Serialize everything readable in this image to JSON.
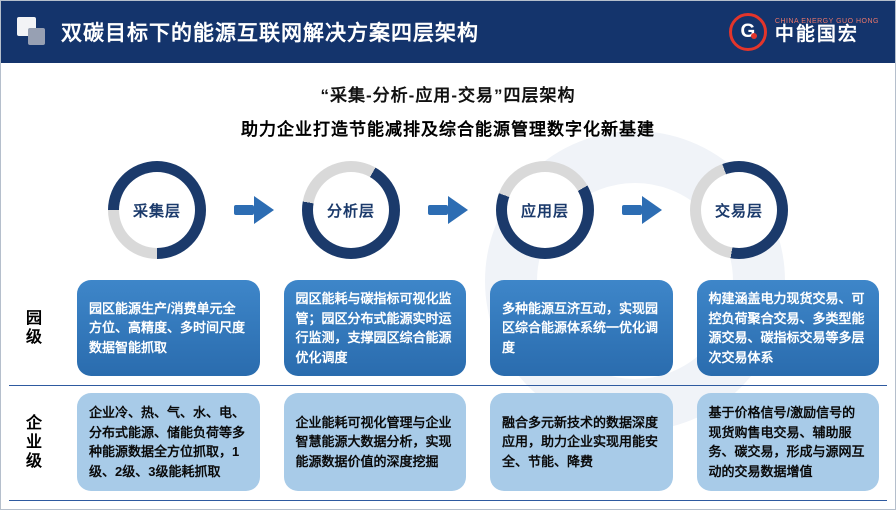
{
  "header": {
    "title": "双碳目标下的能源互联网解决方案四层架构",
    "logo": {
      "mark_glyph": "G",
      "name_en": "CHINA ENERGY GUO HONG",
      "name_cn": "中能国宏"
    }
  },
  "main": {
    "title": "“采集-分析-应用-交易”四层架构",
    "subtitle": "助力企业打造节能减排及综合能源管理数字化新基建",
    "layers": [
      {
        "label": "采集层"
      },
      {
        "label": "分析层"
      },
      {
        "label": "应用层"
      },
      {
        "label": "交易层"
      }
    ],
    "bands": [
      {
        "label": "园级",
        "cells": [
          "园区能源生产/消费单元全方位、高精度、多时间尺度数据智能抓取",
          "园区能耗与碳指标可视化监管；园区分布式能源实时运行监测，支撑园区综合能源优化调度",
          "多种能源互济互动，实现园区综合能源体系统一优化调度",
          "构建涵盖电力现货交易、可控负荷聚合交易、多类型能源交易、碳指标交易等多层次交易体系"
        ]
      },
      {
        "label": "企业级",
        "cells": [
          "企业冷、热、气、水、电、分布式能源、储能负荷等多种能源数据全方位抓取，1级、2级、3级能耗抓取",
          "企业能耗可视化管理与企业智慧能源大数据分析，实现能源数据价值的深度挖掘",
          "融合多元新技术的数据深度应用，助力企业实现用能安全、节能、降费",
          "基于价格信号/激励信号的现货购售电交易、辅助服务、碳交易，形成与源网互动的交易数据增值"
        ]
      }
    ]
  },
  "colors": {
    "header_bg": "#14346C",
    "layer_arc": "#1B3A6B",
    "arc_track": "#D9D9D9",
    "arrow": "#2D6DB3",
    "park_cell": "#2E75B6",
    "enterprise_cell": "#A8CBE8",
    "divider_line": "#2E5AA0",
    "logo_red": "#E3352B"
  }
}
